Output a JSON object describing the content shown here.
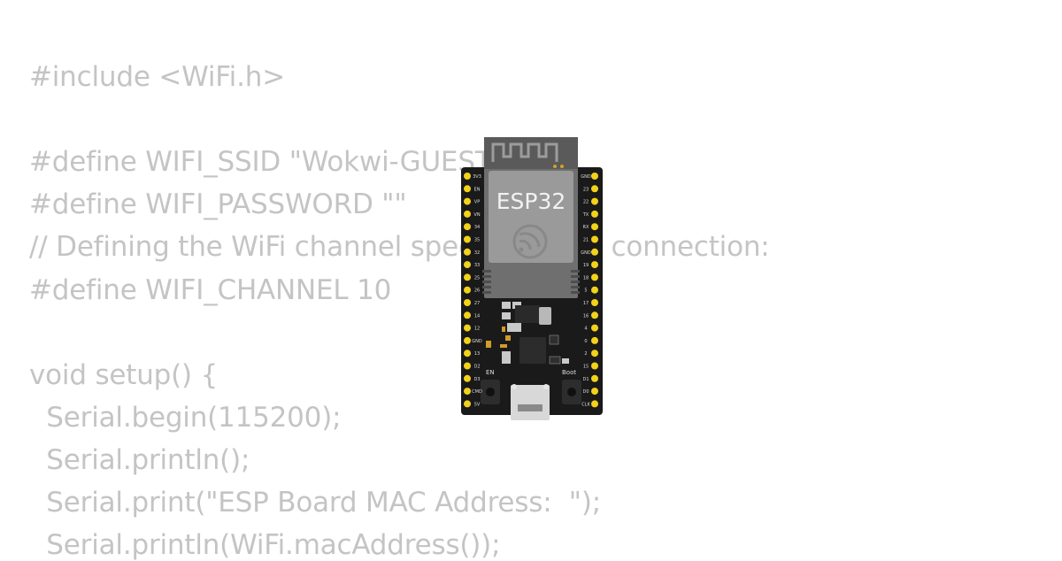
{
  "code": {
    "lines": [
      "#include <WiFi.h>",
      "",
      "#define WIFI_SSID \"Wokwi-GUEST\"",
      "#define WIFI_PASSWORD \"\"",
      "// Defining the WiFi channel speeds up the connection:",
      "#define WIFI_CHANNEL 10",
      "",
      "void setup() {",
      "  Serial.begin(115200);",
      "  Serial.println();",
      "  Serial.print(\"ESP Board MAC Address:  \");",
      "  Serial.println(WiFi.macAddress());"
    ]
  },
  "board": {
    "chip_label": "ESP32",
    "en_label": "EN",
    "boot_label": "Boot",
    "left_pins": [
      "3V3",
      "EN",
      "VP",
      "VN",
      "34",
      "35",
      "32",
      "33",
      "25",
      "26",
      "27",
      "14",
      "12",
      "GND",
      "13",
      "D2",
      "D3",
      "CMD",
      "5V"
    ],
    "right_pins": [
      "GND",
      "23",
      "22",
      "TX",
      "RX",
      "21",
      "GND",
      "19",
      "18",
      "5",
      "17",
      "16",
      "4",
      "0",
      "2",
      "15",
      "D1",
      "D0",
      "CLK"
    ],
    "colors": {
      "pcb": "#1a1a1a",
      "pin": "#f2d21a",
      "module": "#8e8e8e",
      "shield": "#a9a9a9"
    }
  }
}
